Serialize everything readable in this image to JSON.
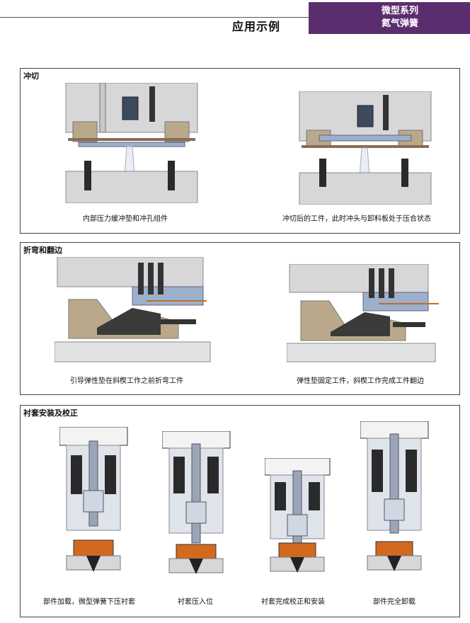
{
  "header": {
    "page_title": "应用示例",
    "brand_line1": "微型系列",
    "brand_line2": "氮气弹簧"
  },
  "sections": [
    {
      "title": "冲切",
      "captions": [
        "内部压力缓冲垫和冲孔组件",
        "冲切后的工件，此时冲头与卸料板处于压合状态"
      ]
    },
    {
      "title": "折弯和翻边",
      "captions": [
        "引导弹性垫在斜楔工作之前折弯工件",
        "弹性垫固定工件，斜楔工作完成工件翻边"
      ]
    },
    {
      "title": "衬套安装及校正",
      "captions": [
        "部件加载，微型弹簧下压衬套",
        "衬套压入位",
        "衬套完成校正和安装",
        "部件完全卸载"
      ]
    }
  ],
  "colors": {
    "brand": "#5b2d6e",
    "die_gray": "#d7d7d9",
    "cylinder": "#2a2a2a",
    "tan": "#b9a98a",
    "blue_plate": "#9cb0cc",
    "bushing": "#d2691e"
  }
}
